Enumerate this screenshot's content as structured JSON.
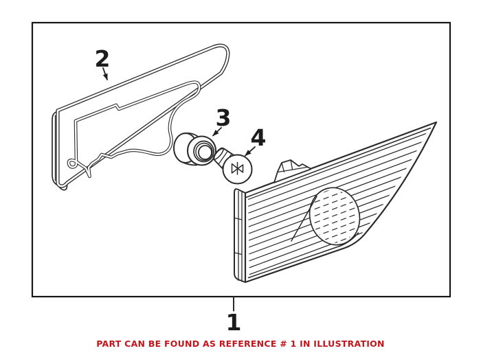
{
  "figure": {
    "type": "exploded-parts-illustration",
    "callouts": {
      "c1": "1",
      "c2": "2",
      "c3": "3",
      "c4": "4"
    },
    "parts": [
      {
        "ref": "1",
        "shape": "tail-light-assembly"
      },
      {
        "ref": "2",
        "shape": "gasket-seal"
      },
      {
        "ref": "3",
        "shape": "bulb-socket"
      },
      {
        "ref": "4",
        "shape": "bulb"
      }
    ],
    "colors": {
      "line": "#2a2a2a",
      "background": "#ffffff",
      "caption_red": "#c3161c"
    }
  },
  "caption": {
    "text": "PART CAN BE FOUND AS REFERENCE # 1 IN ILLUSTRATION"
  }
}
